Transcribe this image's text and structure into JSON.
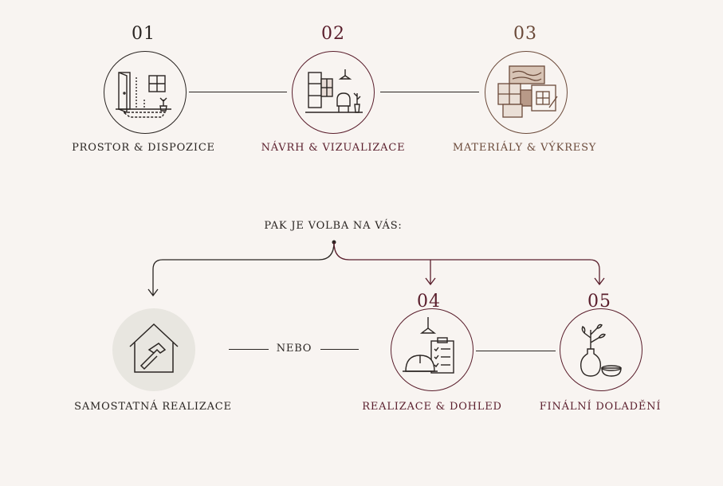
{
  "colors": {
    "background": "#f8f4f1",
    "dark": "#2a2522",
    "maroon": "#5a1e2c",
    "brown": "#6b4a3a",
    "gray_circle_fill": "#e8e6e0"
  },
  "steps": [
    {
      "number": "01",
      "label": "PROSTOR & DISPOZICE",
      "icon": "room-door-window-icon"
    },
    {
      "number": "02",
      "label": "NÁVRH & VIZUALIZACE",
      "icon": "interior-design-icon"
    },
    {
      "number": "03",
      "label": "MATERIÁLY & VÝKRESY",
      "icon": "material-samples-icon"
    },
    {
      "number": "04",
      "label": "REALIZACE & DOHLED",
      "icon": "construction-helmet-checklist-icon"
    },
    {
      "number": "05",
      "label": "FINÁLNÍ DOLADĚNÍ",
      "icon": "vase-bowl-icon"
    }
  ],
  "choice": {
    "prompt": "PAK JE VOLBA NA VÁS:",
    "separator": "NEBO",
    "self_build": {
      "label": "SAMOSTATNÁ REALIZACE",
      "icon": "house-hammer-icon"
    }
  }
}
